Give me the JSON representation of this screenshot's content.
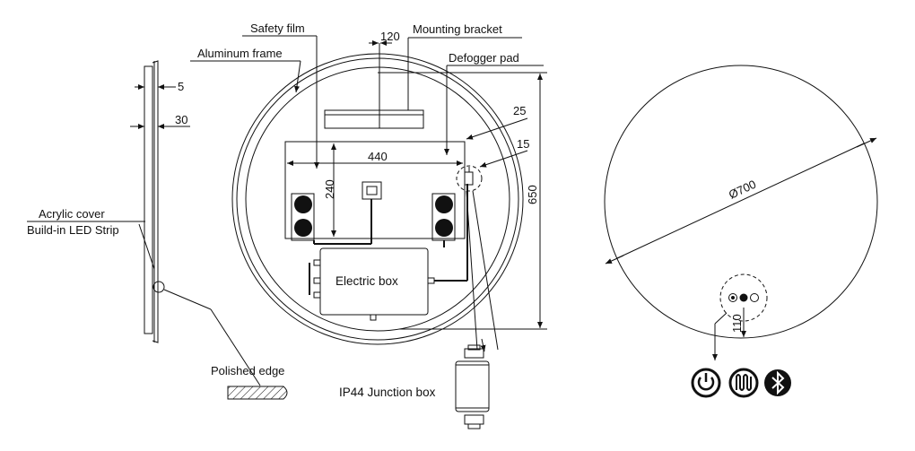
{
  "labels": {
    "safety_film": "Safety film",
    "mounting_bracket": "Mounting bracket",
    "aluminum_frame": "Aluminum frame",
    "defogger_pad": "Defogger pad",
    "acrylic_cover": "Acrylic cover",
    "led_strip": "Build-in LED Strip",
    "electric_box": "Electric box",
    "polished_edge": "Polished edge",
    "junction_box": "IP44 Junction box"
  },
  "dimensions": {
    "d5": "5",
    "d30": "30",
    "d120": "120",
    "d25": "25",
    "d15": "15",
    "d440": "440",
    "d240": "240",
    "d650": "650",
    "diameter": "Ø700",
    "d110": "110"
  },
  "icons": [
    "power-icon",
    "defogger-icon",
    "bluetooth-icon"
  ],
  "colors": {
    "line": "#111111",
    "background": "#ffffff"
  }
}
